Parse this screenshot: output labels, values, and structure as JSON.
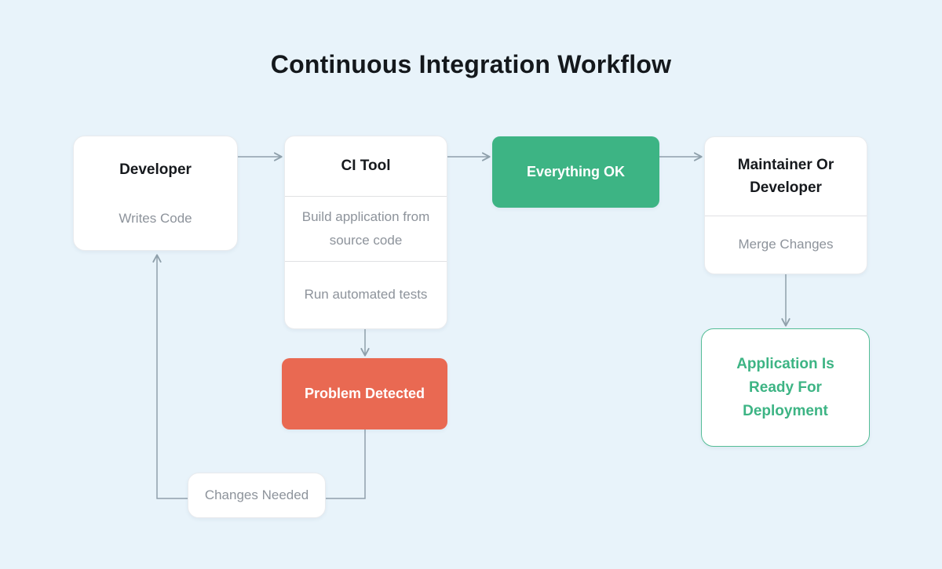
{
  "title": "Continuous Integration Workflow",
  "nodes": {
    "developer": {
      "title": "Developer",
      "subtitle": "Writes Code"
    },
    "ci_tool": {
      "title": "CI Tool",
      "step1": "Build application from source code",
      "step2": "Run automated tests"
    },
    "everything_ok": {
      "label": "Everything OK"
    },
    "maintainer": {
      "title": "Maintainer Or Developer",
      "subtitle": "Merge Changes"
    },
    "problem_detected": {
      "label": "Problem Detected"
    },
    "changes_needed": {
      "label": "Changes Needed"
    },
    "application_ready": {
      "label": "Application Is Ready For Deployment"
    }
  },
  "colors": {
    "background": "#e8f3fa",
    "success_green": "#3db484",
    "success_border_green": "#54bd96",
    "error_red": "#e96952",
    "connector_gray": "#8fa0ab",
    "muted_text": "#8d939b"
  }
}
